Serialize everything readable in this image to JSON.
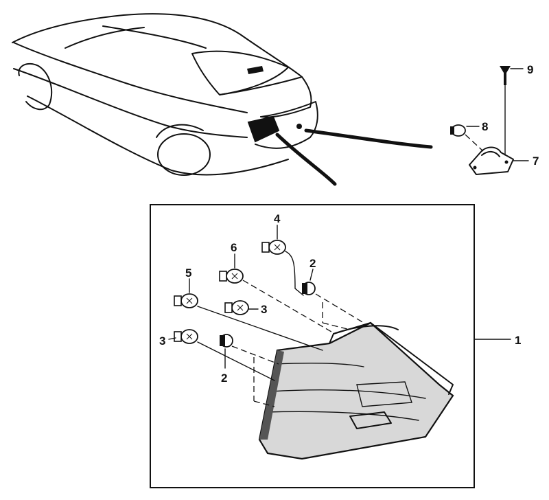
{
  "callouts": {
    "c1": "1",
    "c2a": "2",
    "c2b": "2",
    "c3a": "3",
    "c3b": "3",
    "c4": "4",
    "c5": "5",
    "c6": "6",
    "c7": "7",
    "c8": "8",
    "c9": "9"
  },
  "colors": {
    "ink": "#111111",
    "paper": "#ffffff",
    "lens_shade": "#d8d8d8"
  }
}
